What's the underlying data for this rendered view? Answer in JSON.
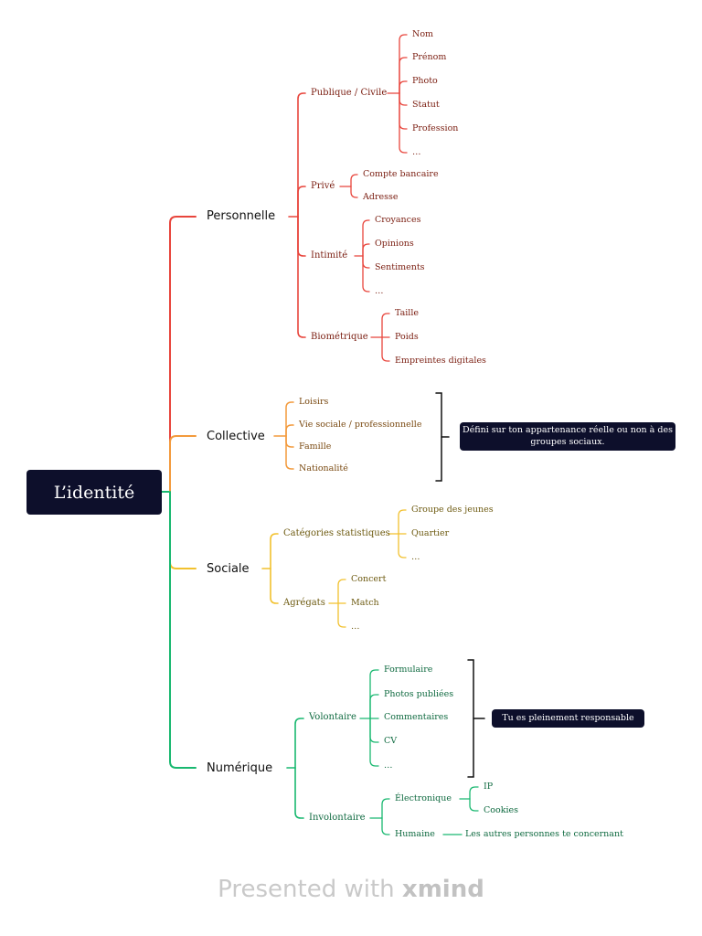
{
  "root": "L’identité",
  "colors": {
    "root_bg": "#0d0f2b",
    "personnelle": "#e8453c",
    "personnelle_text": "#7a1d10",
    "collective": "#f39a3c",
    "collective_text": "#7a4a12",
    "sociale": "#f2c12e",
    "sociale_text": "#6d5a10",
    "numerique": "#19b870",
    "numerique_text": "#0f6a40",
    "note_bg": "#0d0f2b",
    "bracket": "#111111"
  },
  "branches": {
    "personnelle": {
      "label": "Personnelle",
      "children": {
        "publique": {
          "label": "Publique / Civile",
          "items": [
            "Nom",
            "Prénom",
            "Photo",
            "Statut",
            "Profession",
            "…"
          ]
        },
        "prive": {
          "label": "Privé",
          "items": [
            "Compte bancaire",
            "Adresse"
          ]
        },
        "intimite": {
          "label": "Intimité",
          "items": [
            "Croyances",
            "Opinions",
            "Sentiments",
            "…"
          ]
        },
        "biometrique": {
          "label": "Biométrique",
          "items": [
            "Taille",
            "Poids",
            "Empreintes digitales"
          ]
        }
      }
    },
    "collective": {
      "label": "Collective",
      "items": [
        "Loisirs",
        "Vie sociale / professionnelle",
        "Famille",
        "Nationalité"
      ],
      "note": "Défini sur ton appartenance réelle ou non à des groupes sociaux."
    },
    "sociale": {
      "label": "Sociale",
      "children": {
        "categories": {
          "label": "Catégories statistiques",
          "items": [
            "Groupe des jeunes",
            "Quartier",
            "…"
          ]
        },
        "agregats": {
          "label": "Agrégats",
          "items": [
            "Concert",
            "Match",
            "…"
          ]
        }
      }
    },
    "numerique": {
      "label": "Numérique",
      "children": {
        "volontaire": {
          "label": "Volontaire",
          "items": [
            "Formulaire",
            "Photos publiées",
            "Commentaires",
            "CV",
            "…"
          ],
          "note": "Tu es pleinement responsable"
        },
        "involontaire": {
          "label": "Involontaire",
          "electronique": {
            "label": "Électronique",
            "items": [
              "IP",
              "Cookies"
            ]
          },
          "humaine": {
            "label": "Humaine",
            "detail": "Les autres personnes te concernant"
          }
        }
      }
    }
  },
  "footer": {
    "prefix": "Presented with",
    "brand": "xmind"
  }
}
